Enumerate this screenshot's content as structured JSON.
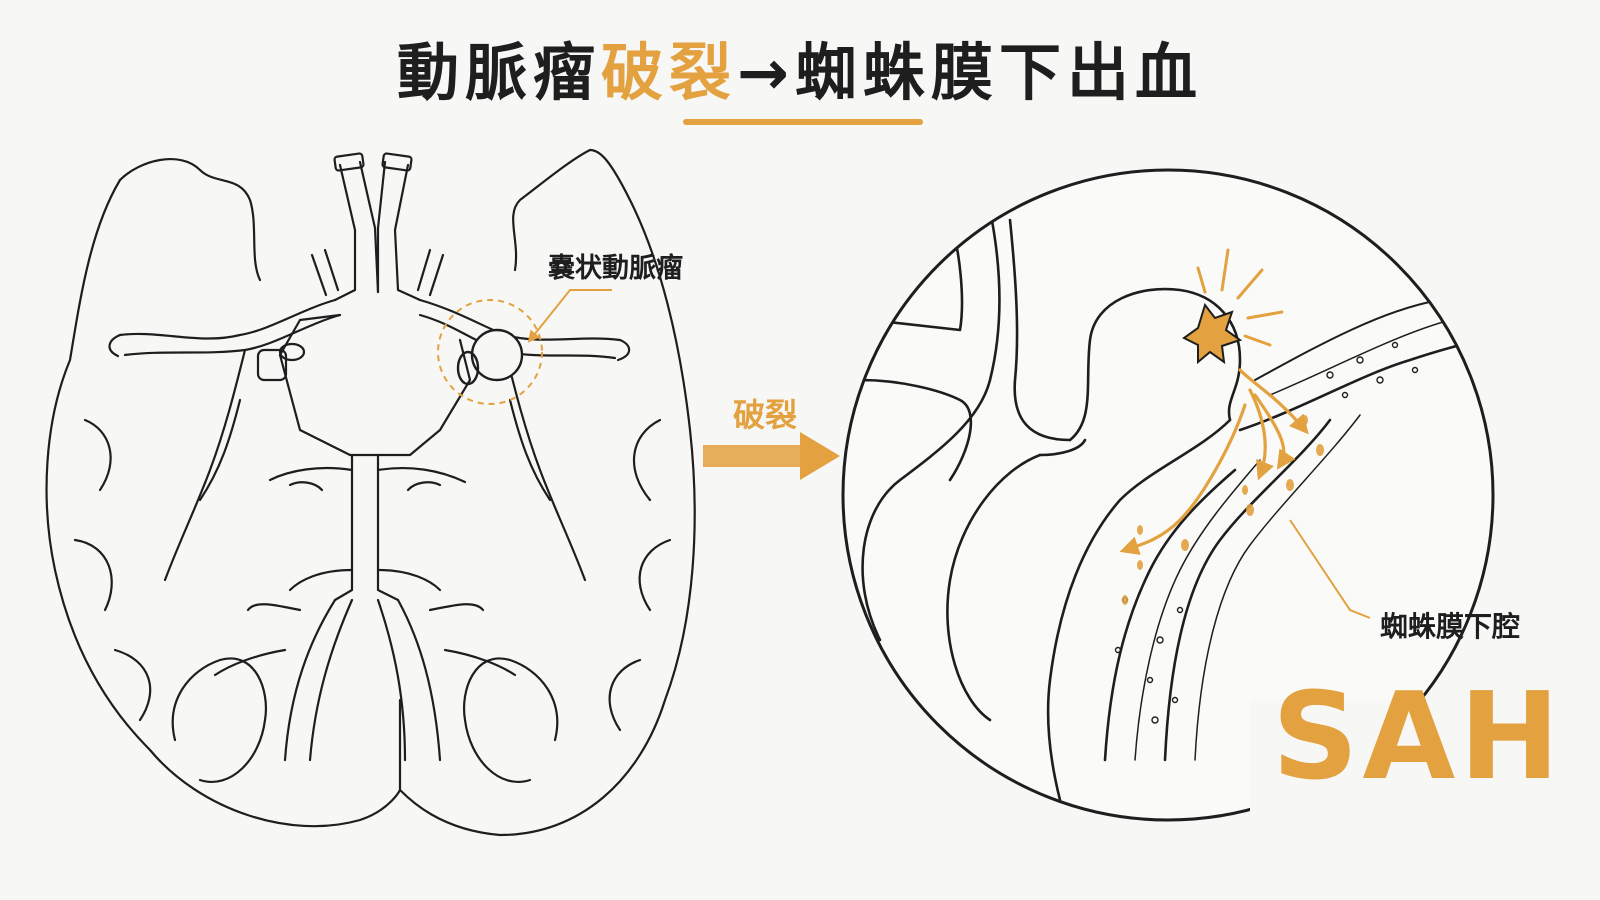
{
  "title": {
    "part1": "動脈瘤",
    "accent": "破裂",
    "part2": "→蜘蛛膜下出血"
  },
  "labels": {
    "aneurysm": "嚢状動脈瘤",
    "rupture_arrow": "破裂",
    "subarachnoid_space": "蜘蛛膜下腔",
    "sah": "SAH"
  },
  "colors": {
    "accent": "#e3a13f",
    "ink": "#1e1e1e",
    "background": "#f7f7f5"
  }
}
